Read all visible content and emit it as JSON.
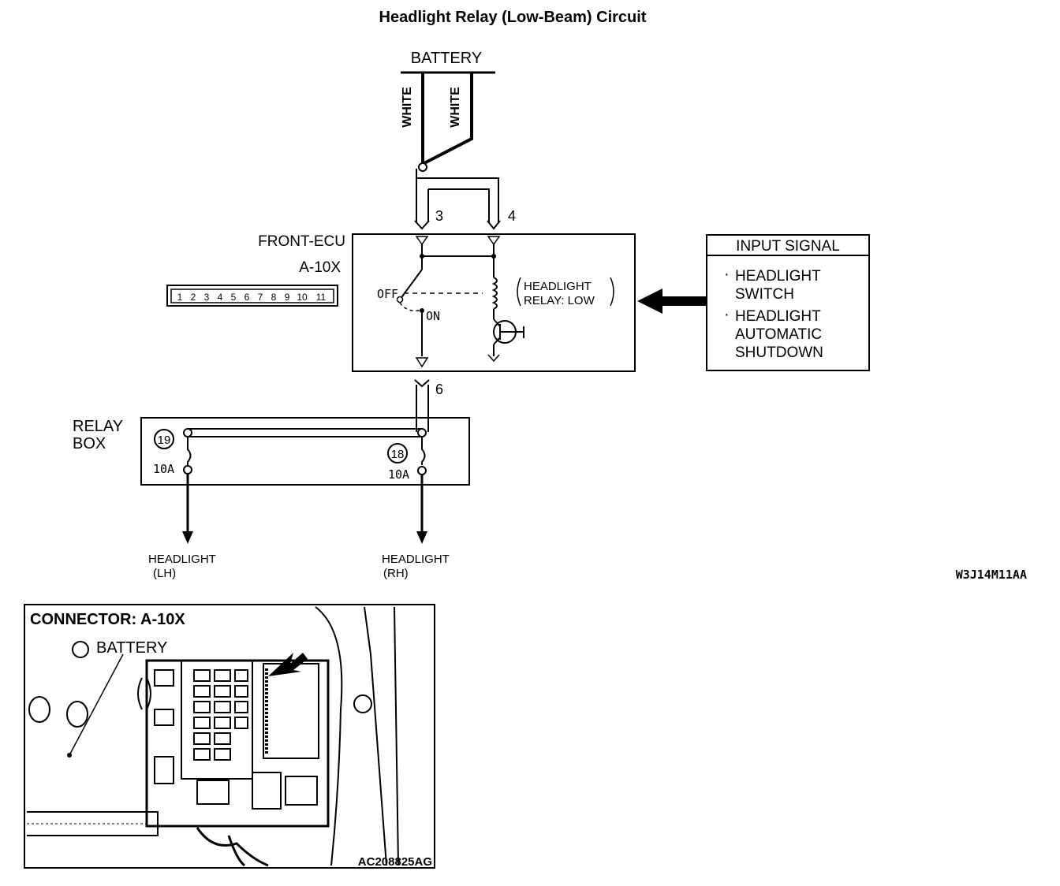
{
  "title": "Headlight Relay (Low-Beam) Circuit",
  "battery": {
    "label": "BATTERY",
    "wire_left": "WHITE",
    "wire_right": "WHITE"
  },
  "pins": {
    "p3": "3",
    "p4": "4",
    "p6": "6"
  },
  "ecu": {
    "name": "FRONT-ECU",
    "connector": "A-10X",
    "connector_pins": [
      "1",
      "2",
      "3",
      "4",
      "5",
      "6",
      "7",
      "8",
      "9",
      "10",
      "11"
    ],
    "off": "OFF",
    "on": "ON",
    "relay_line1": "HEADLIGHT",
    "relay_line2": "RELAY: LOW"
  },
  "input_signal": {
    "header": "INPUT SIGNAL",
    "item1_line1": "HEADLIGHT",
    "item1_line2": "SWITCH",
    "item2_line1": "HEADLIGHT",
    "item2_line2": "AUTOMATIC",
    "item2_line3": "SHUTDOWN"
  },
  "relay_box": {
    "line1": "RELAY",
    "line2": "BOX",
    "fuse_left_no": "19",
    "fuse_left_rating": "10A",
    "fuse_right_no": "18",
    "fuse_right_rating": "10A"
  },
  "outputs": {
    "left_line1": "HEADLIGHT",
    "left_line2": "(LH)",
    "right_line1": "HEADLIGHT",
    "right_line2": "(RH)"
  },
  "figure_code": "W3J14M11AA",
  "photo": {
    "title": "CONNECTOR: A-10X",
    "battery_label": "BATTERY",
    "photo_code": "AC208825AG"
  }
}
